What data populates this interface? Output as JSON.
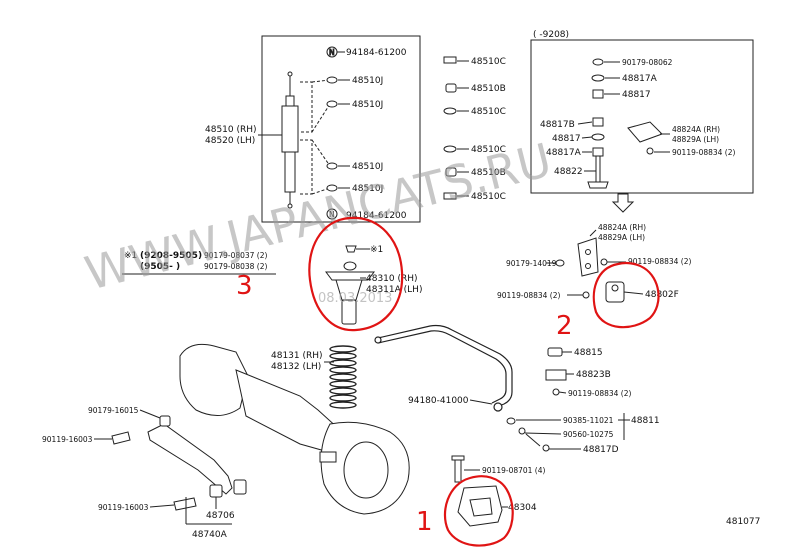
{
  "diagram_number": "481077",
  "watermark": "WWW.JAPANCATS.RU",
  "date_stamp": "08.03.2013",
  "annotations": [
    "1",
    "2",
    "3"
  ],
  "left_box": {
    "labels": [
      "94184-61200",
      "48510J",
      "48510J",
      "48510 (RH)",
      "48520 (LH)",
      "48510J",
      "48510J",
      "94184-61200"
    ]
  },
  "middle_column": {
    "labels": [
      "48510C",
      "48510B",
      "48510C",
      "48510C",
      "48510B",
      "48510C"
    ]
  },
  "right_box": {
    "date_range": "(      -9208)",
    "labels": [
      "90179-08062",
      "48817A",
      "48817",
      "48817B",
      "48824A (RH)",
      "48829A (LH)",
      "48817",
      "48817A",
      "90119-08834 (2)",
      "48822"
    ]
  },
  "note": {
    "line1_mark": "※1",
    "line1_range": "(9208-9505)",
    "line1_part": "90179-08037 (2)",
    "line2_range": "(9505-       )",
    "line2_part": "90179-08038 (2)"
  },
  "center_parts": {
    "mark": "※1",
    "upper_support_rh": "48310 (RH)",
    "upper_support_lh": "48311A (LH)",
    "spring_rh": "48131 (RH)",
    "spring_lh": "48132 (LH)",
    "bolt": "94180-41000"
  },
  "right_lower": {
    "labels": [
      "48824A (RH)",
      "48829A (LH)",
      "90179-14019",
      "90119-08834 (2)",
      "90119-08834 (2)",
      "48802F",
      "48815",
      "48823B",
      "90119-08834 (2)",
      "90385-11021",
      "90560-10275",
      "48811",
      "48817D"
    ]
  },
  "lower": {
    "bolt_upper": "90119-08701 (4)",
    "bumper": "48304",
    "left_labels": [
      "90179-16015",
      "90119-16003",
      "90119-16003",
      "48706",
      "48740A"
    ]
  }
}
